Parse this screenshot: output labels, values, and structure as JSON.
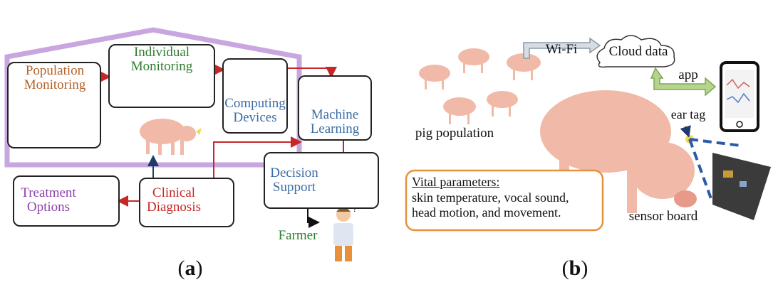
{
  "panel_a": {
    "caption": "(a)",
    "population_monitoring": [
      "Population",
      "Monitoring"
    ],
    "individual_monitoring": [
      "Individual",
      "Monitoring"
    ],
    "computing_devices": [
      "Computing",
      "Devices"
    ],
    "machine_learning": [
      "Machine",
      "Learning"
    ],
    "decision_support": [
      "Decision",
      "Support"
    ],
    "clinical_diagnosis": [
      "Clinical",
      "Diagnosis"
    ],
    "treatment_options": [
      "Treatment",
      "Options"
    ],
    "farmer": "Farmer"
  },
  "panel_b": {
    "caption": "(b)",
    "wifi": "Wi-Fi",
    "cloud": "Cloud data",
    "app": "app",
    "pig_population": "pig population",
    "ear_tag": "ear tag",
    "sensor_board": "sensor board",
    "vital_title": "Vital parameters:",
    "vital_lines": [
      "skin temperature, vocal sound,",
      "head motion, and movement."
    ]
  },
  "colors": {
    "house_outline": "#c8a6e0",
    "arrow_red": "#c62828",
    "arrow_dark": "#1f3a6b",
    "arrow_green": "#9bbf6e",
    "vital_box": "#e8913a",
    "dashed": "#2b5aa8",
    "pig": "#f0b9a8"
  }
}
